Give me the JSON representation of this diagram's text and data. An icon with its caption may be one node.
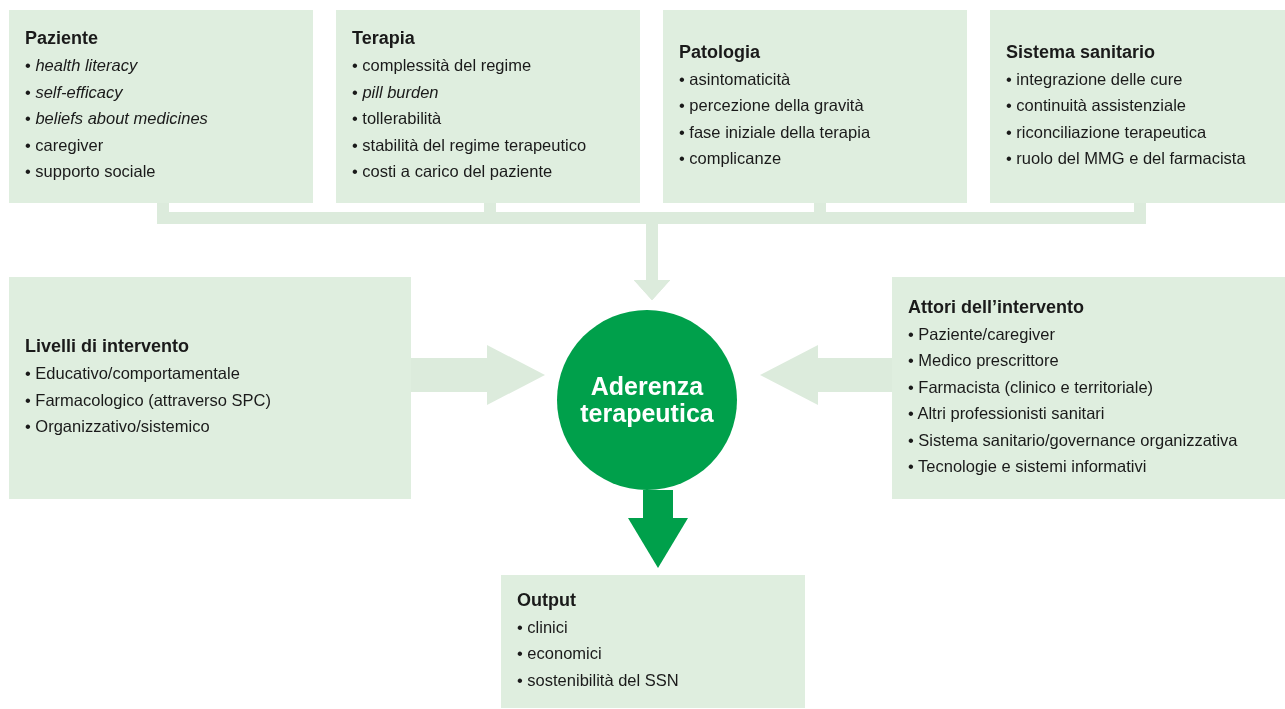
{
  "diagram": {
    "nodes": [
      {
        "text": [
          "Paziente",
          "• *health literacy*",
          "• *self-efficacy*",
          "• *beliefs about medicines*",
          "• caregiver",
          "• supporto sociale"
        ]
      },
      {
        "text": [
          "Terapia",
          "• complessità del regime",
          "• *pill burden*",
          "• tollerabilità",
          "• stabilità del regime terapeutico",
          "• costi a carico del paziente"
        ]
      },
      {
        "text": [
          "Patologia",
          "• asintomaticità",
          "• percezione della gravità",
          "• fase iniziale della terapia",
          "• complicanze"
        ]
      },
      {
        "text": [
          "Sistema sanitario",
          "• integrazione delle cure",
          "• continuità assistenziale",
          "• riconciliazione terapeutica",
          "• ruolo del MMG e del farmacista"
        ]
      },
      {
        "text": [
          "Livelli di intervento",
          "• Educativo/comportamentale",
          "• Farmacologico (attraverso SPC)",
          "• Organizzativo/sistemico"
        ]
      },
      {
        "text": [
          "Aderenza terapeutica"
        ]
      },
      {
        "text": [
          "Attori dell’intervento",
          "• Paziente/caregiver",
          "• Medico prescrittore",
          "• Farmacista (clinico e territoriale)",
          "• Altri professionisti sanitari",
          "• Sistema sanitario/governance organizzativa",
          "• Tecnologie e sistemi informativi"
        ]
      },
      {
        "text": [
          "Output",
          "• clinici",
          "• economici",
          "• sostenibilità del SSN"
        ]
      }
    ],
    "edges": [
      {
        "from": 0,
        "to": 5,
        "arrow": "to"
      },
      {
        "from": 1,
        "to": 5,
        "arrow": "to"
      },
      {
        "from": 2,
        "to": 5,
        "arrow": "to"
      },
      {
        "from": 3,
        "to": 5,
        "arrow": "to"
      },
      {
        "from": 4,
        "to": 5,
        "arrow": "to",
        "style": "thick"
      },
      {
        "from": 6,
        "to": 5,
        "arrow": "to",
        "style": "thick"
      },
      {
        "from": 5,
        "to": 7,
        "arrow": "to",
        "style": "thick",
        "color": "#00a04b"
      }
    ]
  }
}
